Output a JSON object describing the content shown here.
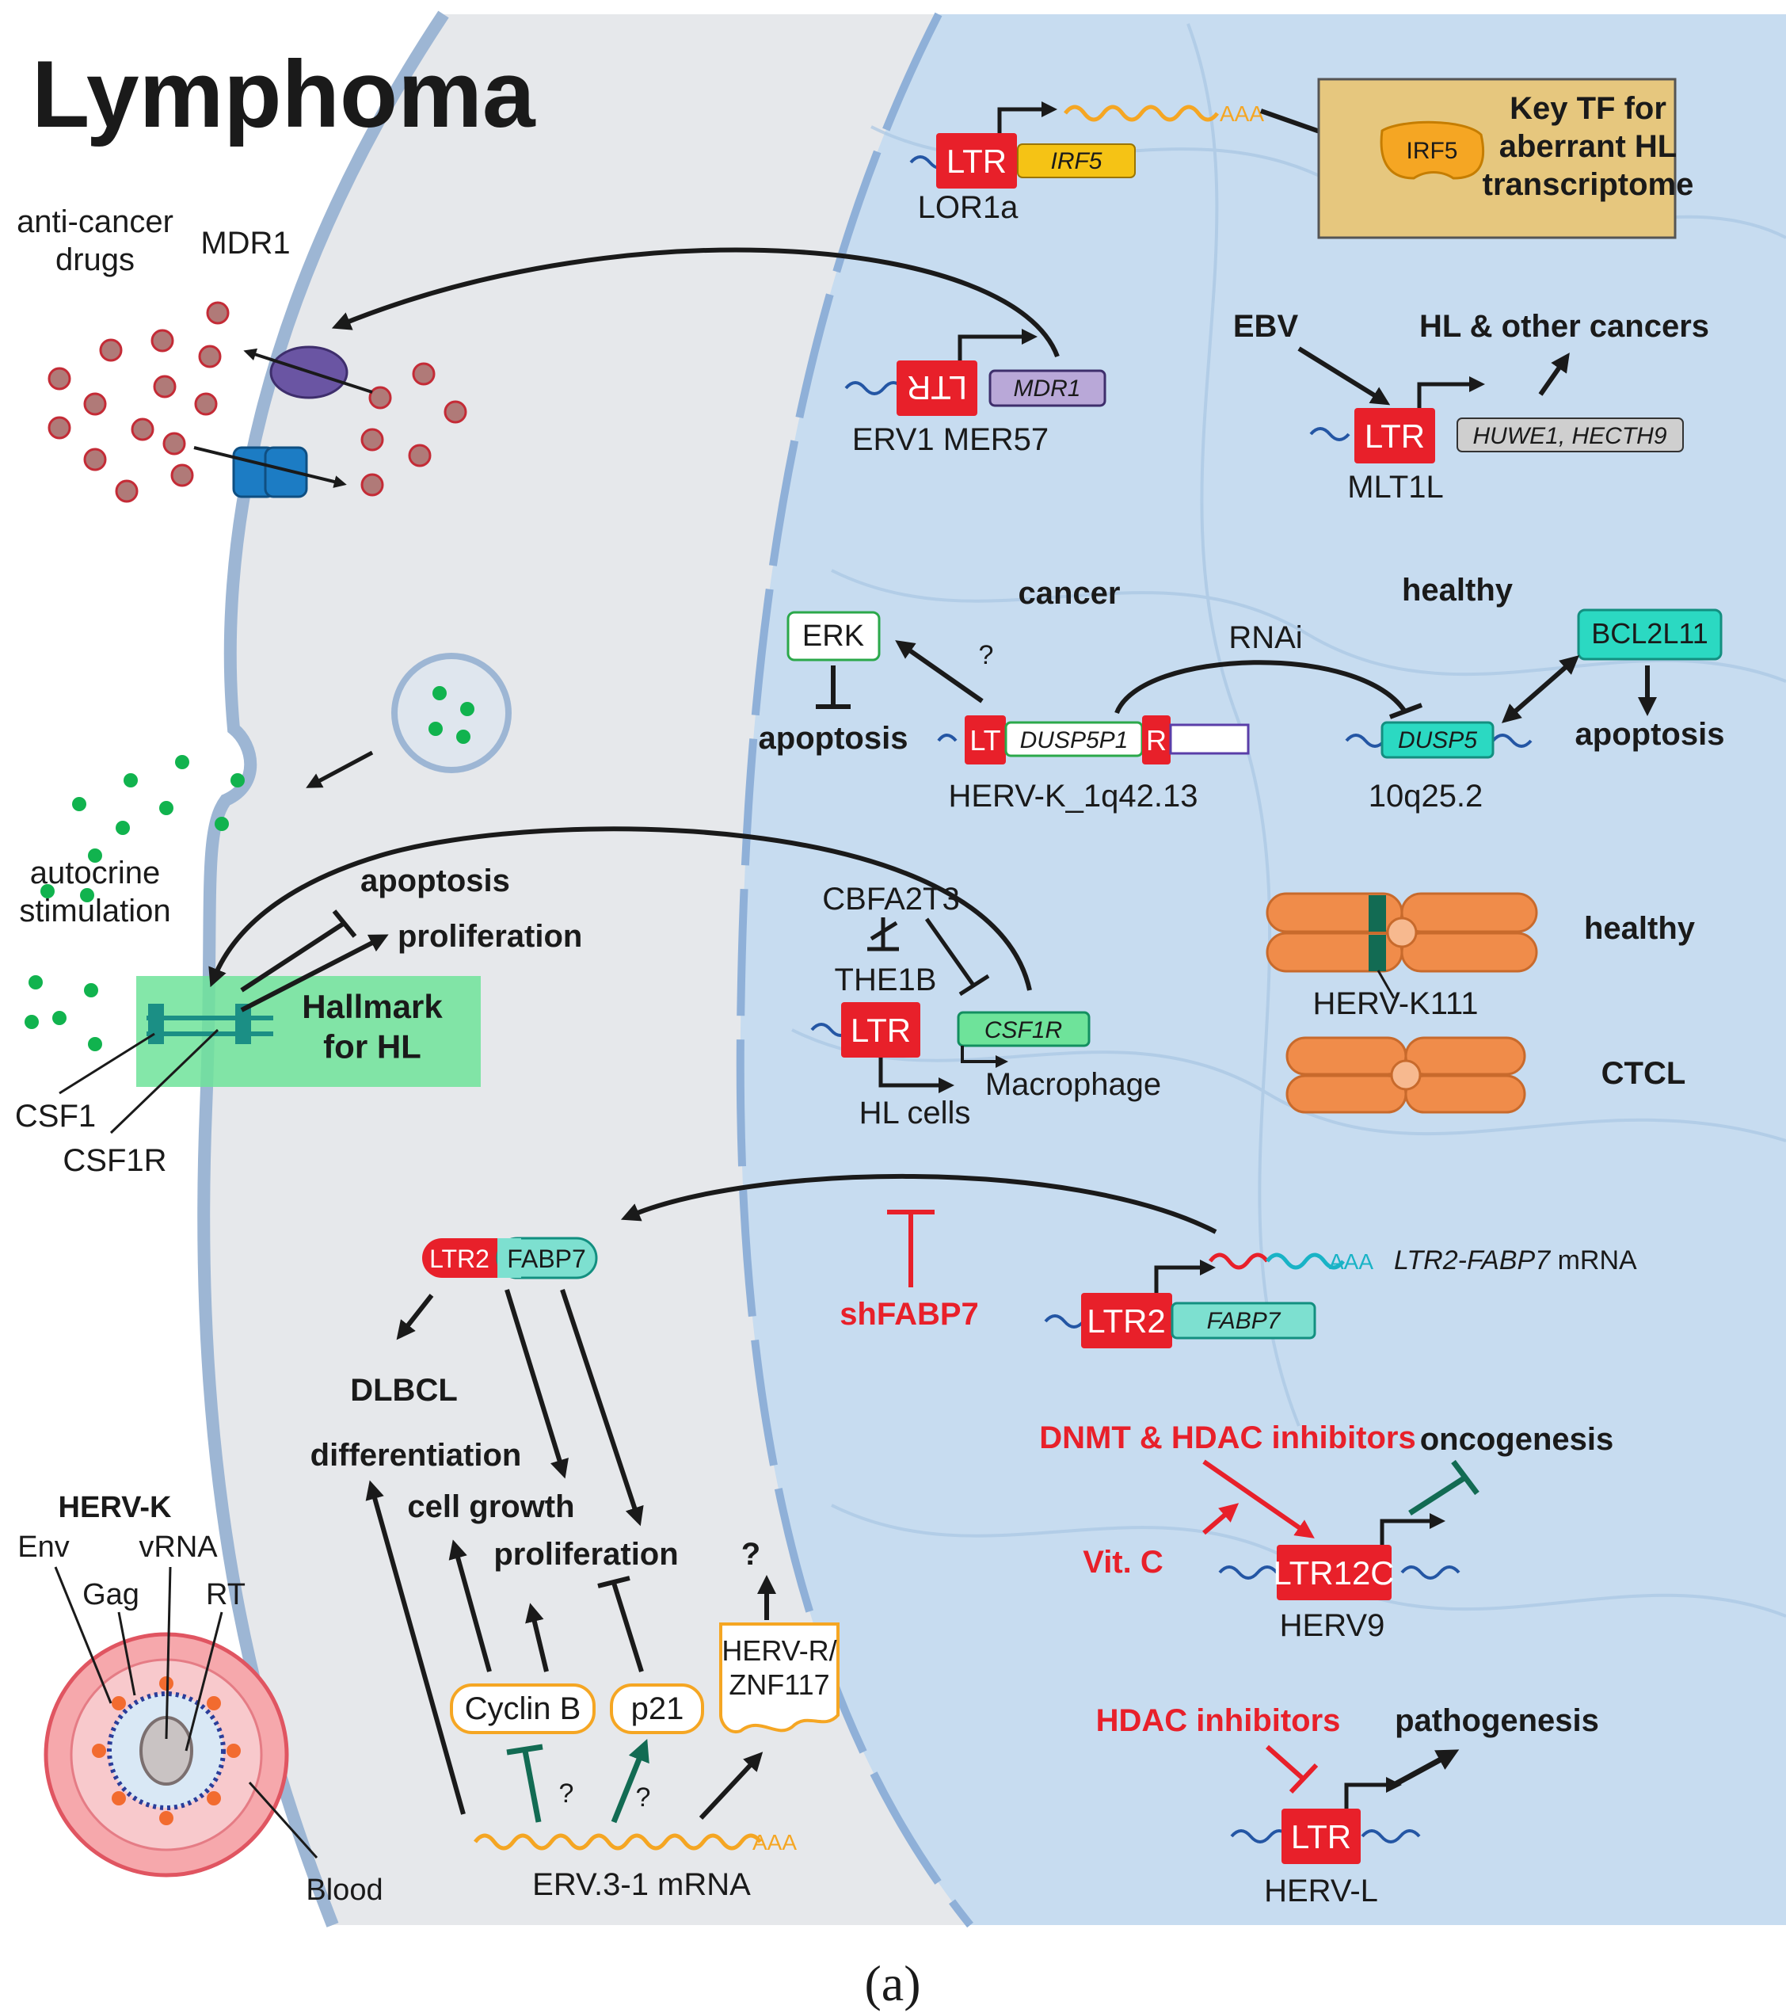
{
  "title": "Lymphoma",
  "caption": "(a)",
  "colors": {
    "cytoplasm": "#e6e8eb",
    "nucleus": "#c7dcf0",
    "membrane": "#9db6d4",
    "ltr_red": "#e8202a",
    "teal": "#2bd9c2",
    "green_box": "#6ee39a",
    "tan_box": "#e6c77e",
    "orange": "#f5a623",
    "chromosome": "#f08c4a",
    "dark_green": "#126b53"
  },
  "cytoplasm": {
    "drugs_label": "anti-cancer\ndrugs",
    "mdr1_label": "MDR1",
    "autocrine_label": "autocrine\nstimulation",
    "apoptosis": "apoptosis",
    "proliferation": "proliferation",
    "hallmark": "Hallmark\nfor HL",
    "csf1": "CSF1",
    "csf1r": "CSF1R",
    "fabp7_protein_ltr": "LTR2",
    "fabp7_protein_gene": "FABP7",
    "dlbcl": "DLBCL",
    "differentiation": "differentiation",
    "cell_growth": "cell growth",
    "proliferation2": "proliferation",
    "question": "?",
    "cyclin_b": "Cyclin B",
    "p21": "p21",
    "herv_r": "HERV-R/\nZNF117",
    "q1": "?",
    "q2": "?",
    "erv_aaa": "AAA",
    "erv_mrna": "ERV.3-1 mRNA",
    "shfabp7": "shFABP7"
  },
  "virus": {
    "title": "HERV-K",
    "env": "Env",
    "gag": "Gag",
    "vrna": "vRNA",
    "rt": "RT",
    "blood": "Blood"
  },
  "nucleus": {
    "lor1a": {
      "ltr": "LTR",
      "gene": "IRF5",
      "aaa": "AAA",
      "name": "LOR1a"
    },
    "key_tf": {
      "protein": "IRF5",
      "text": "Key TF for\naberrant HL\ntranscriptome"
    },
    "mer57": {
      "ltr": "LTR",
      "gene": "MDR1",
      "name": "ERV1 MER57"
    },
    "mlt1l": {
      "ebv": "EBV",
      "outcome": "HL & other cancers",
      "ltr": "LTR",
      "gene": "HUWE1, HECTH9",
      "name": "MLT1L"
    },
    "cancer": "cancer",
    "healthy": "healthy",
    "rnai": "RNAi",
    "erk": "ERK",
    "erk_q": "?",
    "apoptosis_l": "apoptosis",
    "apoptosis_r": "apoptosis",
    "bcl2l11": "BCL2L11",
    "herv_k_lt": "LT",
    "herv_k_gene": "DUSP5P1",
    "herv_k_r": "R",
    "herv_k_name": "HERV-K_1q42.13",
    "dusp5": "DUSP5",
    "dusp5_loc": "10q25.2",
    "cbfa2t3": "CBFA2T3",
    "the1b": "THE1B",
    "csf1r_ltr": "LTR",
    "csf1r_gene": "CSF1R",
    "macrophage": "Macrophage",
    "hl_cells": "HL cells",
    "healthy2": "healthy",
    "herv_k111": "HERV-K111",
    "ctcl": "CTCL",
    "ltr2": "LTR2",
    "ltr2_gene": "FABP7",
    "ltr2_aaa": "AAA",
    "ltr2_mrna_it": "LTR2-FABP7",
    "ltr2_mrna": " mRNA",
    "dnmt": "DNMT & HDAC inhibitors",
    "oncogenesis": "oncogenesis",
    "vitc": "Vit. C",
    "ltr12c": "LTR12C",
    "herv9": "HERV9",
    "hdac": "HDAC inhibitors",
    "pathogenesis": "pathogenesis",
    "hervl_ltr": "LTR",
    "hervl": "HERV-L"
  }
}
